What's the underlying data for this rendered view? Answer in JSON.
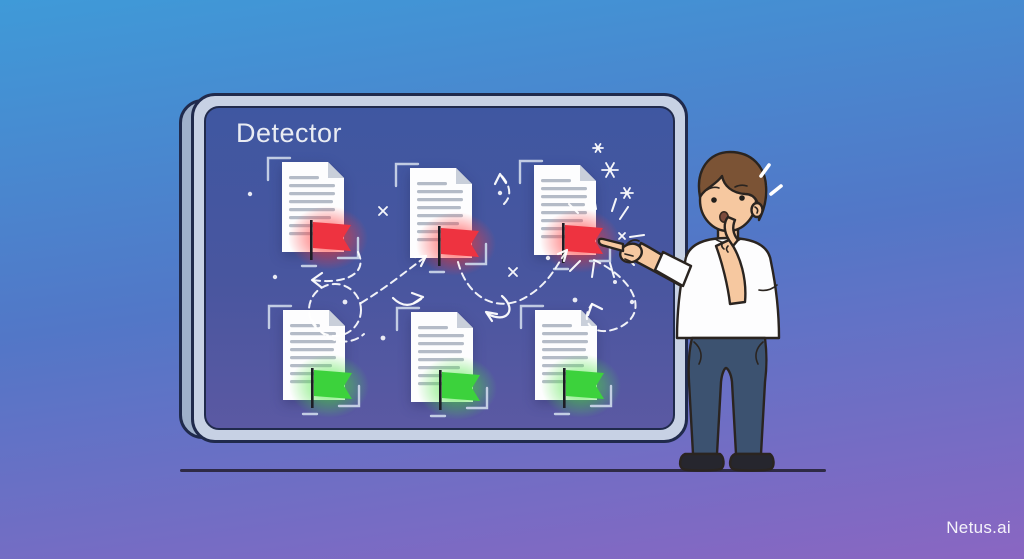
{
  "board": {
    "title": "Detector",
    "documents": [
      {
        "id": "document-red-flag-1",
        "flag": "red"
      },
      {
        "id": "document-red-flag-2",
        "flag": "red"
      },
      {
        "id": "document-red-flag-3",
        "flag": "red",
        "highlighted": true
      },
      {
        "id": "document-green-flag-1",
        "flag": "green"
      },
      {
        "id": "document-green-flag-2",
        "flag": "green"
      },
      {
        "id": "document-green-flag-3",
        "flag": "green"
      }
    ]
  },
  "watermark": {
    "text": "Netus.ai"
  },
  "icons": {
    "red_flag": "flag-icon (red, AI-flagged document)",
    "green_flag": "flag-icon (green, passed document)",
    "document": "document-icon",
    "sparkle": "sparkle-icon",
    "arrow": "dashed-flow-arrow"
  },
  "colors": {
    "background_top": "#3f9ad8",
    "background_mid": "#5277c7",
    "background_bottom": "#8a66c2",
    "board_frame": "#c7d1e4",
    "board_back": "#9fb0ca",
    "board_outline": "#202a4c",
    "panel_top": "#3f57a1",
    "panel_bottom": "#5b59a3",
    "title_color": "#e9ecf3",
    "doc_page": "#fdfdfe",
    "doc_fold": "#c9cfda",
    "doc_line": "#b4bbc7",
    "bracket": "#c9d4e8",
    "flag_red": "#ee3340",
    "flag_green": "#3cd23c",
    "glow_red_core": "rgba(255,70,60,0.85)",
    "glow_green_core": "rgba(85,232,72,0.8)",
    "arrow_white": "#ffffff",
    "ground_line": "#2e2a46",
    "watermark_color": "rgba(255,255,255,0.92)",
    "skin": "#f6c8a0",
    "hair": "#7b5335",
    "shirt": "#fdfdfe",
    "pants": "#3c5270",
    "shoe": "#26262e"
  }
}
